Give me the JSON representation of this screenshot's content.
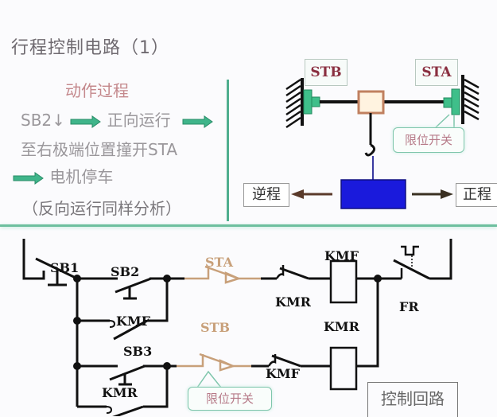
{
  "title": "行程控制电路（1）",
  "process": {
    "heading": "动作过程",
    "line1_a": "SB2↓",
    "line1_b": "正向运行",
    "line2": "至右极端位置撞开STA",
    "line3": "电机停车",
    "line4": "（反向运行同样分析）"
  },
  "mechanism": {
    "left_switch_label": "STB",
    "right_switch_label": "STA",
    "callout": "限位开关",
    "reverse_label": "逆程",
    "forward_label": "正程"
  },
  "circuit": {
    "sb1": "SB1",
    "sb2": "SB2",
    "sb3": "SB3",
    "kmf_hold": "KMF",
    "kmr_hold": "KMR",
    "sta": "STA",
    "stb": "STB",
    "kmr_interlock": "KMR",
    "kmf_interlock": "KMF",
    "coil_kmf": "KMF",
    "coil_kmr": "KMR",
    "fr": "FR",
    "callout": "限位开关",
    "section_label": "控制回路"
  },
  "colors": {
    "accent_green": "#3fb58a",
    "limit_switch_brown": "#c8a07a",
    "cart_blue": "#1a1adc",
    "label_red": "#8a2f40"
  }
}
